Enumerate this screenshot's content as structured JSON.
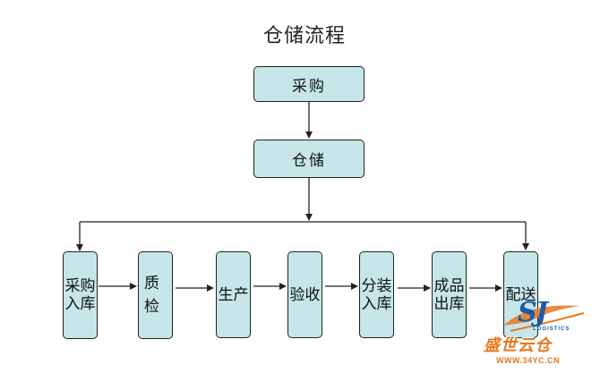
{
  "title": "仓储流程",
  "top_nodes": {
    "purchase": "采购",
    "storage": "仓储"
  },
  "steps": [
    "采购入库",
    "质检",
    "生产",
    "验收",
    "分装入库",
    "成品出库",
    "配送"
  ],
  "watermark": {
    "logo_letters": "SJ",
    "logo_subtext": "LOGISTICS",
    "brand": "盛世云仓",
    "url": "WWW.34YC.CN"
  },
  "colors": {
    "box_fill": "#c6e6ea",
    "box_border": "#222222",
    "line": "#222222",
    "logo_blue": "#1f5aa8",
    "logo_orange": "#e8771e"
  }
}
